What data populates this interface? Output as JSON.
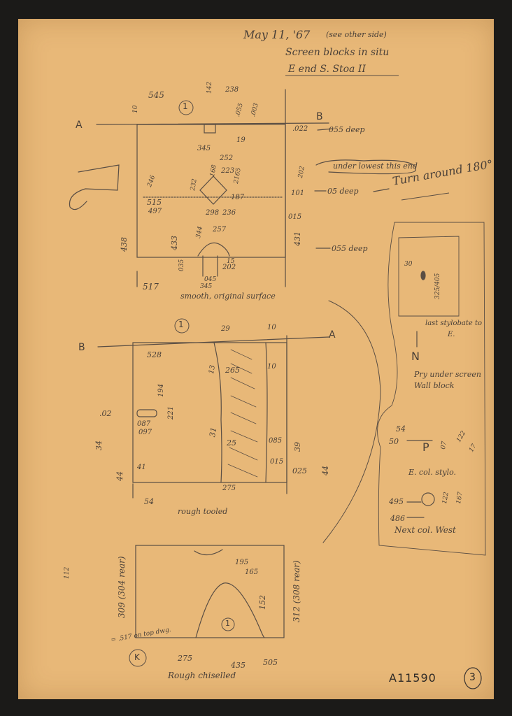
{
  "header": {
    "date": "May 11, '67",
    "see_other": "(see other side)",
    "line2": "Screen blocks in situ",
    "line3": "E end S. Stoa II"
  },
  "top_drawing": {
    "circle_label": "1",
    "label_a": "A",
    "label_b": "B",
    "m545": "545",
    "m10": "10",
    "m142": "142",
    "m238": "238",
    "m055a": ".055",
    "m003": ".003",
    "m022": ".022",
    "m19": "19",
    "m345": "345",
    "m252": "252",
    "m168": "168",
    "m223": "223",
    "m2165": "2165",
    "m232": "232",
    "m246": "246",
    "m187": "187",
    "m298": "298",
    "m236": "236",
    "m515": "515",
    "m497": "497",
    "m202": "202",
    "m101": "101",
    "m015": "015",
    "m438": "438",
    "m433": "433",
    "m344": "344",
    "m257": "257",
    "m431": "431",
    "m15": "15",
    "m035": "035",
    "m202b": "202",
    "m045": "045",
    "m345b": "345",
    "m517": "517",
    "note_055deep": "055 deep",
    "note_05deep": "05 deep",
    "note_055deep2": "055 deep",
    "note_lower": "under lowest this end",
    "note_turn": "Turn around 180°",
    "caption": "smooth, original surface"
  },
  "middle_drawing": {
    "circle_label": "1",
    "label_a": "A",
    "label_b": "B",
    "m29": "29",
    "m10a": "10",
    "m528": "528",
    "m265": "265",
    "m10b": "10",
    "m13": "13",
    "m194": "194",
    "m221": "221",
    "m02": ".02",
    "m087": "087",
    "m097": "097",
    "m31": "31",
    "m25": "25",
    "m085": "085",
    "m34": "34",
    "m39": "39",
    "m015": "015",
    "m44a": "44",
    "m41": "41",
    "m025": "025",
    "m44b": "44",
    "m275": "275",
    "m54": "54",
    "caption": "rough tooled"
  },
  "bottom_drawing": {
    "circle_label": "1",
    "k_label": "K",
    "m195": "195",
    "m165": "165",
    "m152": "152",
    "m309": "309 (304 rear)",
    "m312": "312 (308 rear)",
    "m275": "275",
    "m435": "435",
    "m505": "505",
    "note_top": "= .517 on top dwg.",
    "caption": "Rough chiselled",
    "margin_mark": "112"
  },
  "side_panel": {
    "m30": "30",
    "m325": "325/405",
    "note1": "last stylobate to",
    "note1b": "E.",
    "north": "N",
    "note2": "Pry under screen",
    "note2b": "Wall block",
    "p_label": "P",
    "m54": "54",
    "m50": "50",
    "m07": "07",
    "m122": "122",
    "m17": "17",
    "col_e": "E. col. stylo.",
    "m495": "495",
    "m486": "486",
    "m122b": "122",
    "m167": "167",
    "col_w": "Next col. West"
  },
  "footer": {
    "catalog": "A11590",
    "page_num": "3"
  }
}
